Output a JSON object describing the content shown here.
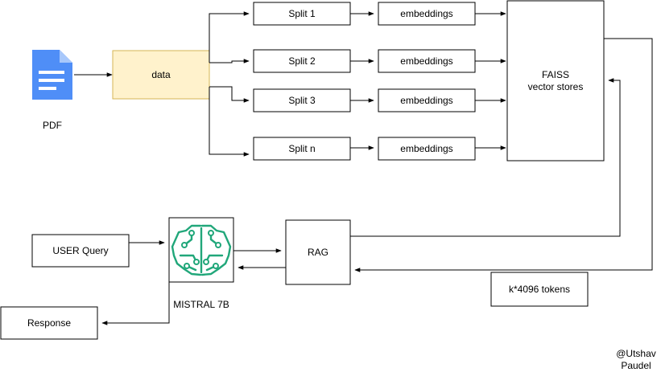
{
  "colors": {
    "data_fill": "#fff2cc",
    "data_stroke": "#d6b656",
    "pdf_icon": "#4f8ef7",
    "brain_icon": "#21a77a",
    "line": "#000000"
  },
  "nodes": {
    "pdf": {
      "label": "PDF",
      "icon": "document-icon"
    },
    "data": {
      "label": "data"
    },
    "splits": [
      {
        "split": "Split 1",
        "embedding": "embeddings"
      },
      {
        "split": "Split 2",
        "embedding": "embeddings"
      },
      {
        "split": "Split 3",
        "embedding": "embeddings"
      },
      {
        "split": "Split n",
        "embedding": "embeddings"
      }
    ],
    "faiss": {
      "line1": "FAISS",
      "line2": "vector stores"
    },
    "user_query": {
      "label": "USER  Query"
    },
    "mistral": {
      "label": "MISTRAL 7B",
      "icon": "brain-circuit-icon"
    },
    "rag": {
      "label": "RAG"
    },
    "tokens": {
      "label": "k*4096 tokens"
    },
    "response": {
      "label": "Response"
    }
  },
  "credit": {
    "line1": "@Utshav",
    "line2": "Paudel"
  }
}
